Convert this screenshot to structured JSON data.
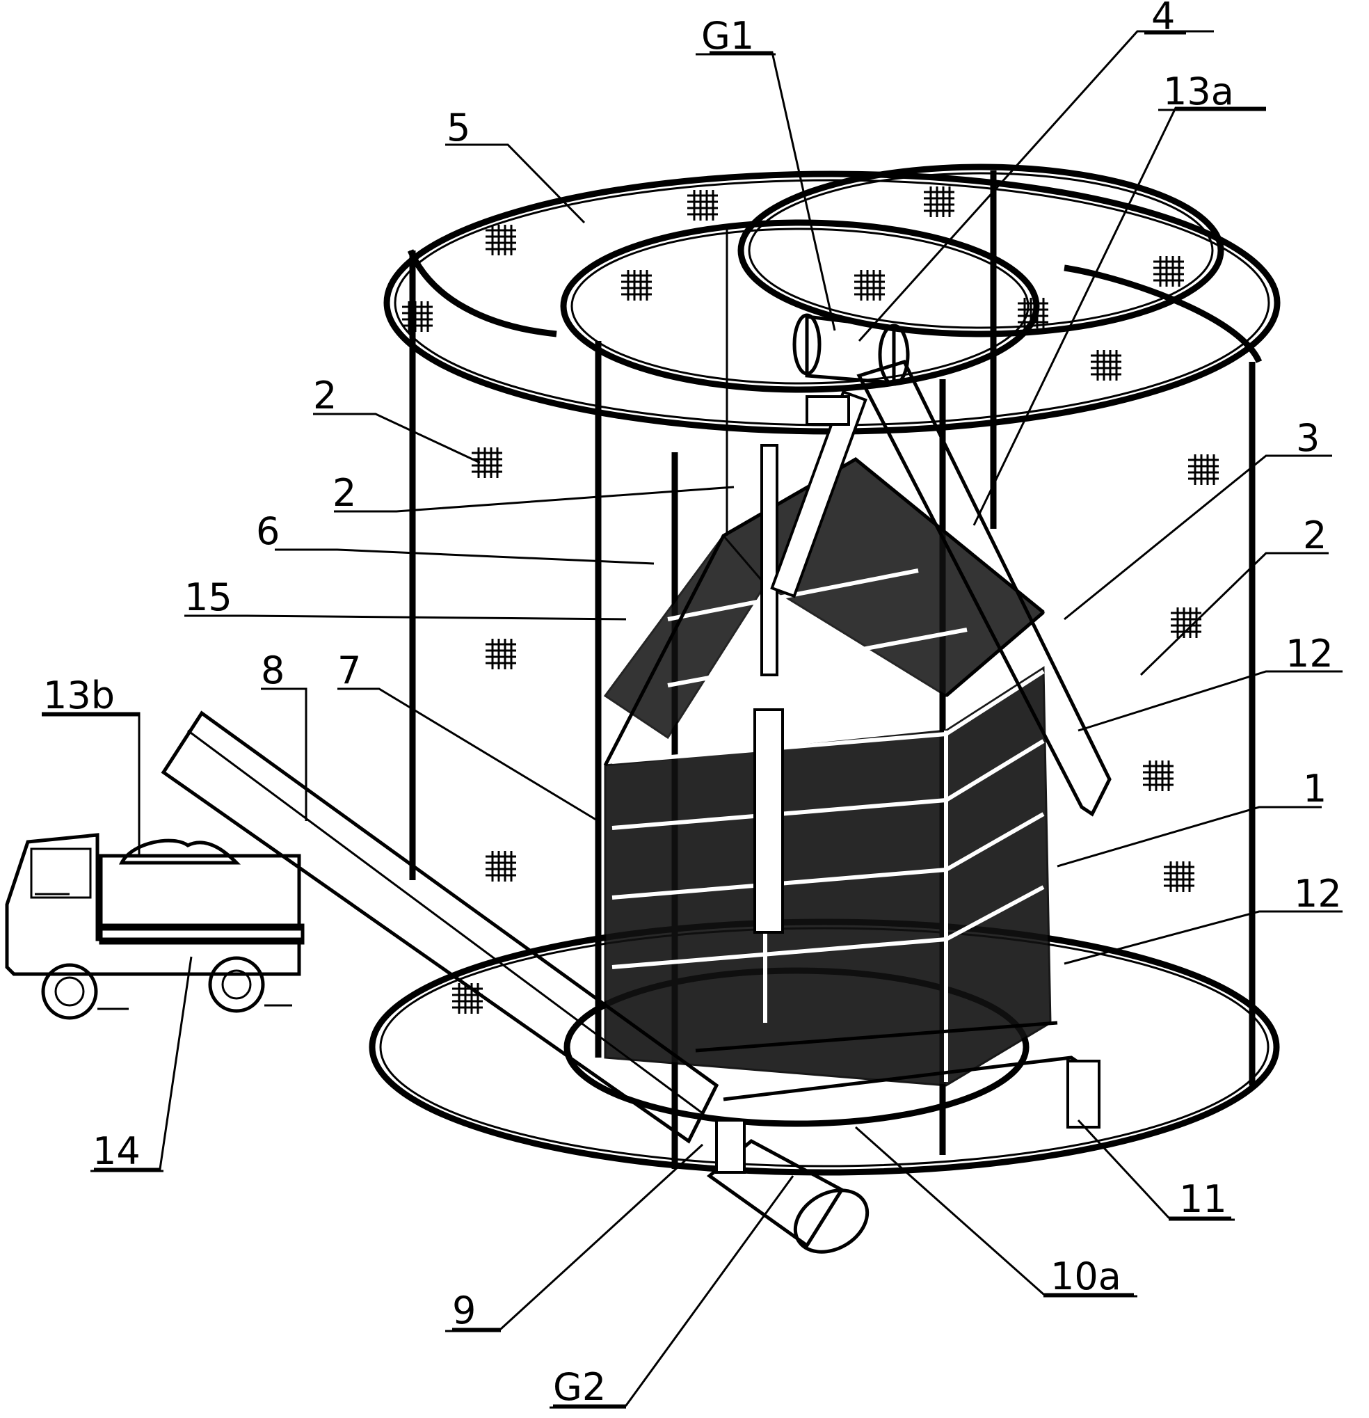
{
  "labels": {
    "G1": "G1",
    "n4": "4",
    "n13a": "13a",
    "n5": "5",
    "n2_a": "2",
    "n2_b": "2",
    "n2_c": "2",
    "n6": "6",
    "n3": "3",
    "n15": "15",
    "n7": "7",
    "n8": "8",
    "n13b": "13b",
    "n12_a": "12",
    "n1": "1",
    "n12_b": "12",
    "n14": "14",
    "n11": "11",
    "n10a": "10a",
    "n9": "9",
    "G2": "G2"
  },
  "colors": {
    "line": "#000000",
    "background": "#ffffff"
  }
}
